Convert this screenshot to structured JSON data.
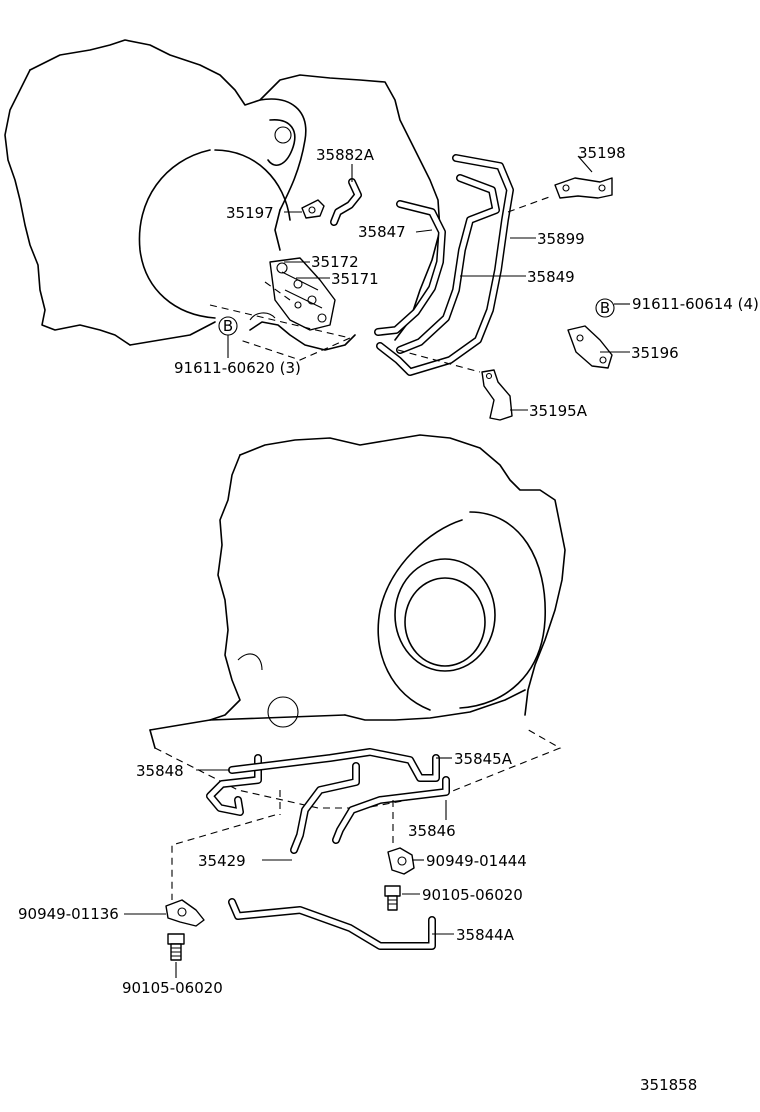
{
  "labels": {
    "p35882A": "35882A",
    "p35197": "35197",
    "p35198": "35198",
    "p35847": "35847",
    "p35899": "35899",
    "p35172": "35172",
    "p35171": "35171",
    "p35849": "35849",
    "p91611_60614": "91611-60614 (4)",
    "p91611_60620": "91611-60620 (3)",
    "p35196": "35196",
    "p35195A": "35195A",
    "p35848": "35848",
    "p35845A": "35845A",
    "p35846": "35846",
    "p35429": "35429",
    "p90949_01444": "90949-01444",
    "p90105_06020a": "90105-06020",
    "p90949_01136": "90949-01136",
    "p35844A": "35844A",
    "p90105_06020b": "90105-06020",
    "ref_b1": "B",
    "ref_b2": "B",
    "diagram_number": "351858"
  }
}
